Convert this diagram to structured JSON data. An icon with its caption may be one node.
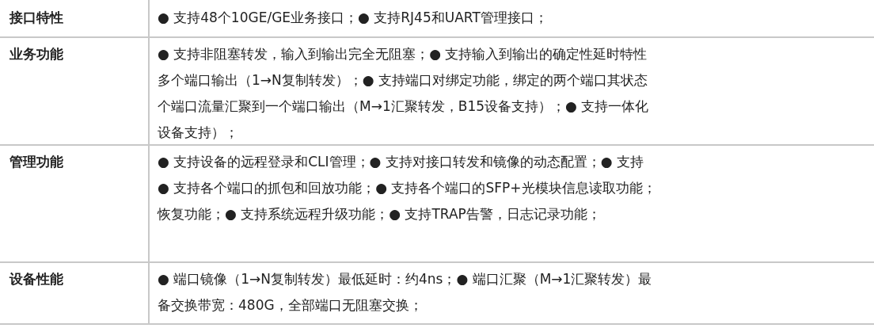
{
  "diagram": {
    "labels": [
      "接口特性",
      "● 支持48个10GE/GE业务接口；● 支持RJ45和UART管理接口；",
      "业务功能",
      "● 支持非阻塞转发，输入到输出完全无阻塞；● 支持输入到输出的确定性延时特性",
      "多个端口输出（1→N复制转发）；● 支持端口对绑定功能，绑定的两个端口其状态",
      "个端口流量汇聚到一个端口输出（M→1汇聚转发，B15设备支持）；● 支持一体化",
      "设备支持）；",
      "管理功能",
      "● 支持设备的远程登录和CLI管理；● 支持对接口转发和镜像的动态配置；● 支持",
      "● 支持各个端口的抓包和回放功能；● 支持各个端口的SFP+光模块信息读取功能；",
      "恢复功能；● 支持系统远程升级功能；● 支持TRAP告警，日志记录功能；",
      "设备性能",
      "● 端口镜像（1→N复制转发）最低延时：约4ns；● 端口汇聚（M→1汇聚转发）最",
      "备交换带宽：480G，全部端口无阻塞交换；"
    ]
  }
}
